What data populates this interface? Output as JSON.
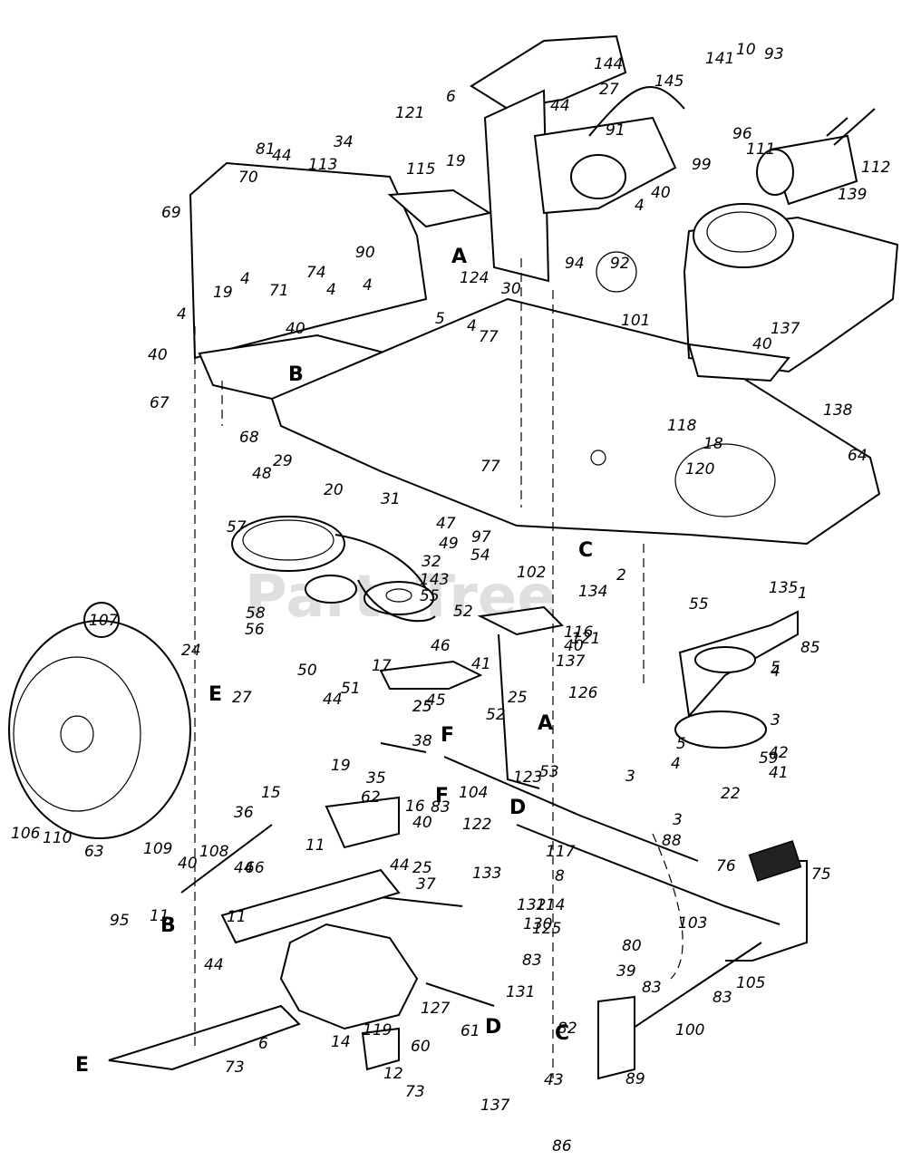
{
  "watermark": "PartsTree",
  "circled_label": "107",
  "part_labels": [
    "1",
    "2",
    "3",
    "3",
    "3",
    "4",
    "4",
    "4",
    "4",
    "4",
    "4",
    "4",
    "4",
    "5",
    "5",
    "5",
    "6",
    "6",
    "8",
    "10",
    "11",
    "11",
    "11",
    "12",
    "14",
    "15",
    "16",
    "17",
    "18",
    "19",
    "19",
    "19",
    "20",
    "22",
    "24",
    "25",
    "25",
    "25",
    "25",
    "27",
    "27",
    "29",
    "30",
    "31",
    "32",
    "34",
    "35",
    "36",
    "37",
    "38",
    "39",
    "40",
    "40",
    "40",
    "40",
    "40",
    "40",
    "40",
    "41",
    "41",
    "42",
    "43",
    "44",
    "44",
    "44",
    "44",
    "44",
    "44",
    "45",
    "46",
    "47",
    "48",
    "49",
    "50",
    "51",
    "52",
    "52",
    "53",
    "54",
    "55",
    "55",
    "56",
    "57",
    "58",
    "59",
    "60",
    "61",
    "62",
    "63",
    "64",
    "66",
    "67",
    "68",
    "69",
    "70",
    "71",
    "73",
    "73",
    "74",
    "75",
    "76",
    "77",
    "77",
    "80",
    "81",
    "82",
    "83",
    "83",
    "83",
    "83",
    "85",
    "86",
    "88",
    "89",
    "90",
    "91",
    "92",
    "93",
    "94",
    "95",
    "96",
    "97",
    "99",
    "100",
    "101",
    "102",
    "103",
    "104",
    "105",
    "106",
    "108",
    "109",
    "110",
    "111",
    "112",
    "113",
    "114",
    "115",
    "116",
    "117",
    "118",
    "119",
    "120",
    "121",
    "121",
    "122",
    "123",
    "124",
    "125",
    "126",
    "127",
    "130",
    "131",
    "132",
    "133",
    "134",
    "135",
    "137",
    "137",
    "137",
    "138",
    "139",
    "141",
    "143",
    "144",
    "145"
  ],
  "reference_letters": [
    "A",
    "A",
    "B",
    "B",
    "C",
    "C",
    "D",
    "D",
    "E",
    "E",
    "F",
    "F"
  ]
}
